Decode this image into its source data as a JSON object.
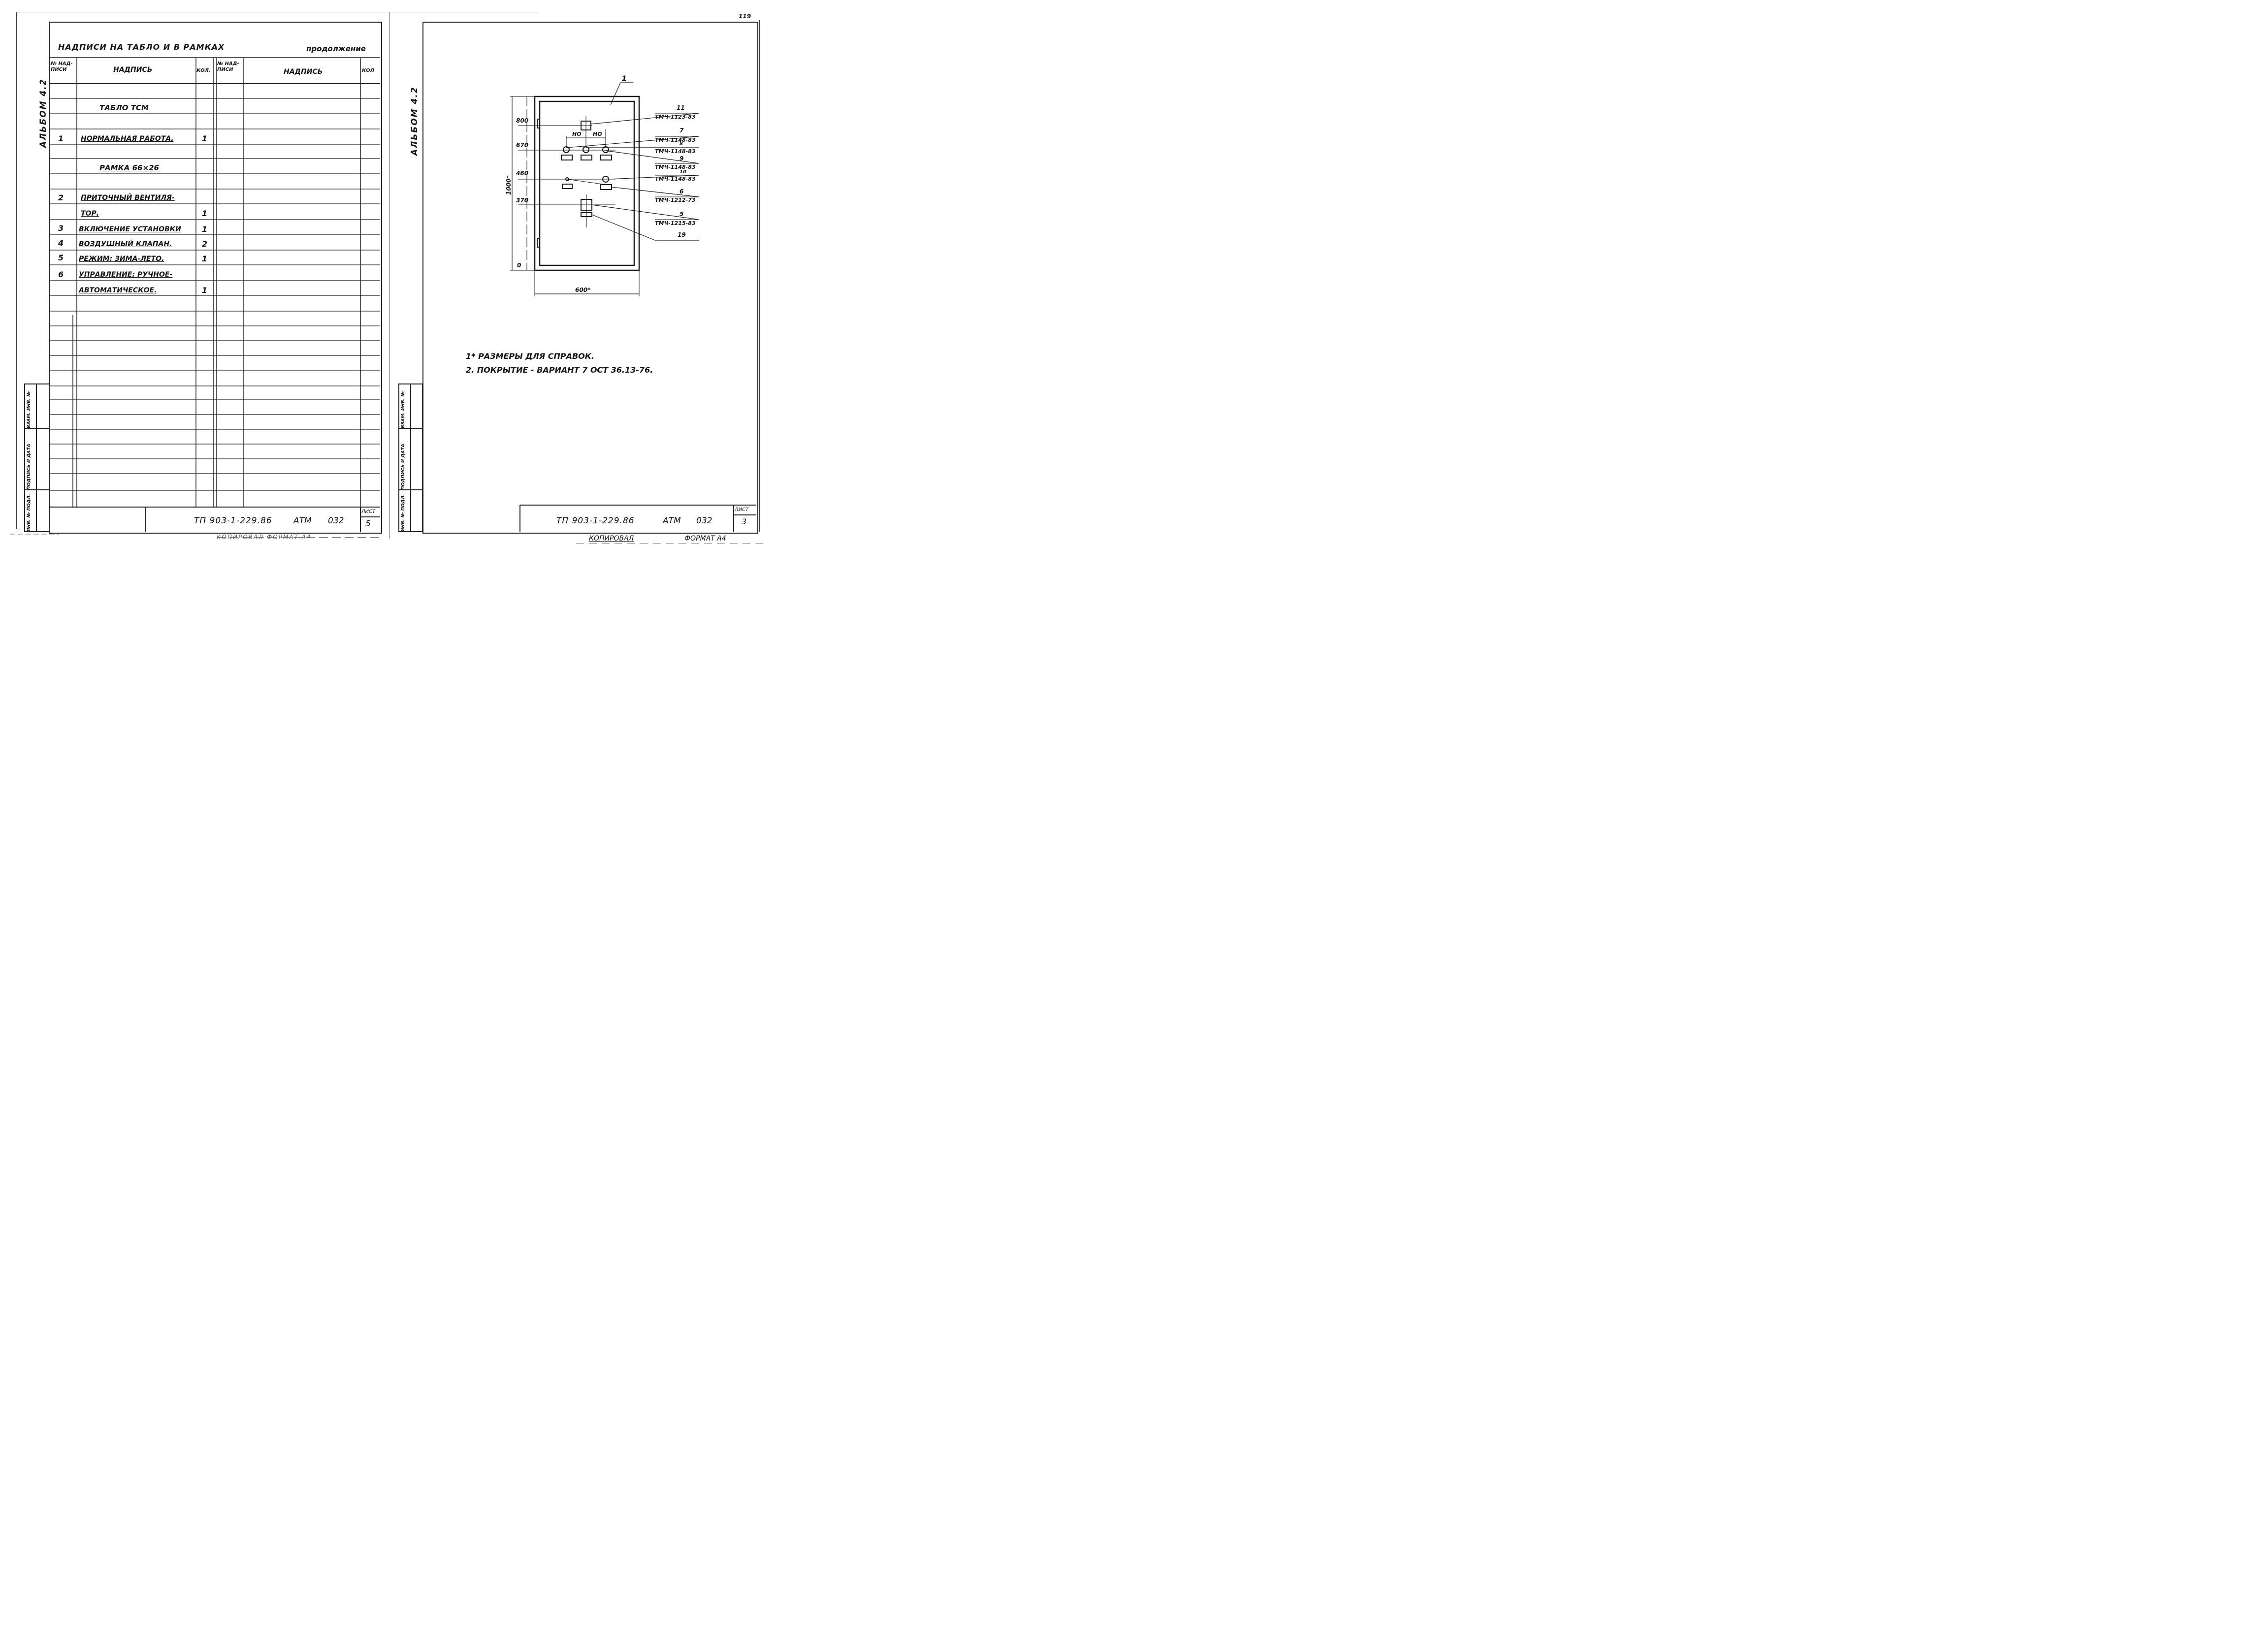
{
  "album_label": "АЛЬБОМ 4.2",
  "left_sheet": {
    "title": "НАДПИСИ НА ТАБЛО И В РАМКАХ",
    "continuation": "продолжение",
    "headers": {
      "num": "№ НАД-ПИСИ",
      "text": "НАДПИСЬ",
      "qty": "КОЛ.",
      "num2": "№ НАД-ПИСИ",
      "text2": "НАДПИСЬ",
      "qty2": "КОЛ"
    },
    "rows": [
      {
        "num": "",
        "text": "ТАБЛО ТСМ",
        "qty": "",
        "center": true
      },
      {
        "num": "1",
        "text": "НОРМАЛЬНАЯ РАБОТА.",
        "qty": "1"
      },
      {
        "num": "",
        "text": "РАМКА 66×26",
        "qty": "",
        "center": true
      },
      {
        "num": "2",
        "text": "ПРИТОЧНЫЙ ВЕНТИЛЯ-",
        "qty": ""
      },
      {
        "num": "",
        "text": "ТОР.",
        "qty": "1"
      },
      {
        "num": "3",
        "text": "ВКЛЮЧЕНИЕ УСТАНОВКИ",
        "qty": "1"
      },
      {
        "num": "4",
        "text": "ВОЗДУШНЫЙ КЛАПАН.",
        "qty": "2"
      },
      {
        "num": "5",
        "text": "РЕЖИМ: ЗИМА-ЛЕТО.",
        "qty": "1"
      },
      {
        "num": "6",
        "text": "УПРАВЛЕНИЕ: РУЧНОЕ-",
        "qty": ""
      },
      {
        "num": "",
        "text": "АВТОМАТИЧЕСКОЕ.",
        "qty": "1"
      }
    ],
    "stamp_labels": [
      "ИНВ. № ПОДЛ.",
      "ПОДПИСЬ И ДАТА",
      "ВЗАМ. ИНВ. №"
    ],
    "doc_code": "ТП 903-1-229.86",
    "doc_mark": "АТМ",
    "doc_num": "032",
    "sheet_label": "ЛИСТ",
    "sheet_num": "5",
    "bottom_note": "КОПИРОВАЛ   ФОРМАТ А4"
  },
  "right_sheet": {
    "corner_num": "119",
    "callouts": [
      {
        "num": "11",
        "code": "ТМЧ-1123-83"
      },
      {
        "num": "7",
        "code": "ТМЧ-1148-83"
      },
      {
        "num": "8",
        "code": "ТМЧ-1148-83"
      },
      {
        "num": "9",
        "code": "ТМЧ-1148-83"
      },
      {
        "num": "10",
        "code": "ТМЧ-1148-83"
      },
      {
        "num": "6",
        "code": "ТМЧ-1212-73"
      },
      {
        "num": "5",
        "code": "ТМЧ-1215-83"
      },
      {
        "num": "19",
        "code": ""
      }
    ],
    "item_mark": "1",
    "dims": {
      "h800": "800",
      "h670": "670",
      "h460": "460",
      "h370": "370",
      "h0": "0",
      "height": "1000*",
      "width": "600*",
      "gap1": "НО",
      "gap2": "НО"
    },
    "notes": [
      "1* РАЗМЕРЫ ДЛЯ СПРАВОК.",
      "2. ПОКРЫТИЕ - ВАРИАНТ 7 ОСТ 36.13-76."
    ],
    "doc_code": "ТП 903-1-229.86",
    "doc_mark": "АТМ",
    "doc_num": "032",
    "sheet_label": "ЛИСТ",
    "sheet_num": "3",
    "copied": "КОПИРОВАЛ",
    "format": "ФОРМАТ А4"
  }
}
